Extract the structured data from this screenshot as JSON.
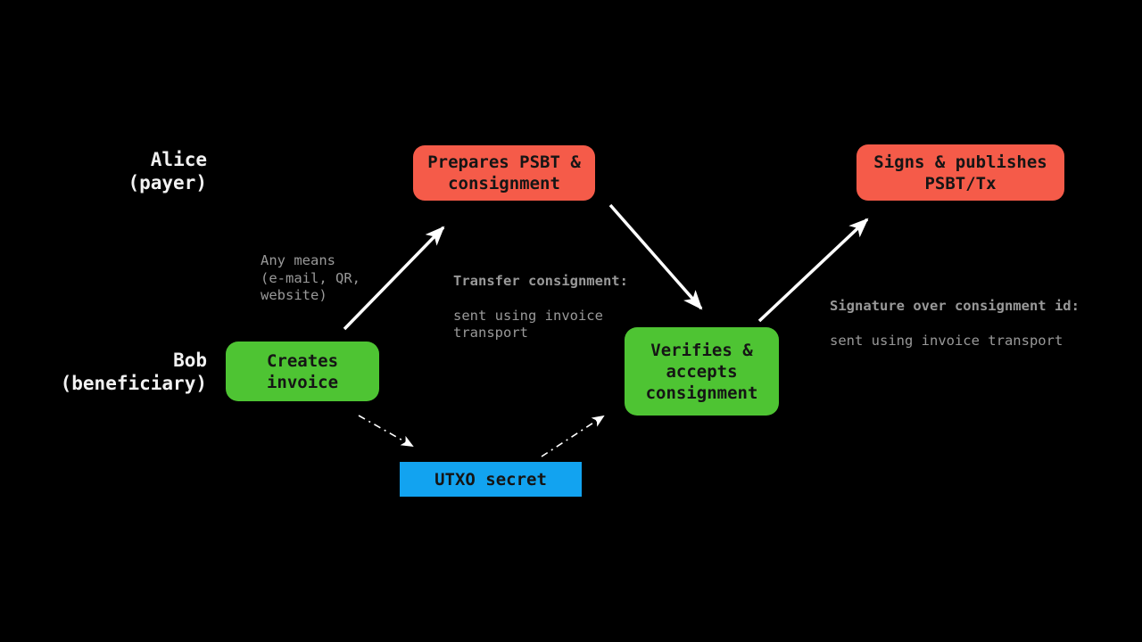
{
  "colors": {
    "background": "#000000",
    "node_red": "#f55b49",
    "node_green": "#4ec433",
    "node_blue": "#12a3f0",
    "node_text": "#151515",
    "actor_text": "#f2f2f2",
    "annotation_text": "#999999",
    "arrow": "#ffffff"
  },
  "actors": {
    "alice": "Alice\n(payer)",
    "bob": "Bob\n(beneficiary)"
  },
  "nodes": {
    "prepares_psbt": "Prepares PSBT &\nconsignment",
    "signs_publishes": "Signs & publishes\nPSBT/Tx",
    "creates_invoice": "Creates\ninvoice",
    "verifies_accepts": "Verifies &\naccepts\nconsignment",
    "utxo_secret": "UTXO secret"
  },
  "annotations": {
    "any_means": "Any means\n(e-mail, QR,\nwebsite)",
    "transfer": {
      "title": "Transfer consignment:",
      "body": "sent using invoice\ntransport"
    },
    "signature": {
      "title": "Signature over consignment id:",
      "body": "sent using invoice transport"
    }
  }
}
